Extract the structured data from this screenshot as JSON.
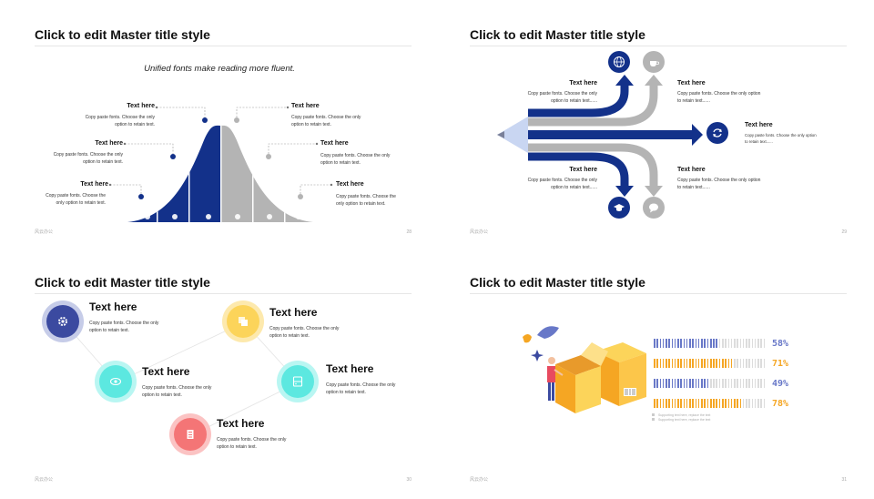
{
  "colors": {
    "navy": "#13318a",
    "gray": "#b4b4b4",
    "purple": "#3b4aa0",
    "yellow": "#fcd45a",
    "cyan": "#5ce8e0",
    "red": "#f47576",
    "orange": "#f5a623",
    "blue_bar": "#6878c8"
  },
  "slides": [
    {
      "title": "Click to edit Master title style",
      "subtitle": "Unified fonts make reading more fluent.",
      "left": [
        {
          "heading": "Text here",
          "body_1": "Copy paste fonts. Choose the only",
          "body_2": "option to retain text."
        },
        {
          "heading": "Text here",
          "body_1": "Copy paste fonts. Choose the only",
          "body_2": "option to retain text."
        },
        {
          "heading": "Text here",
          "body_1": "Copy paste fonts. Choose the",
          "body_2": "only option to retain text."
        }
      ],
      "right": [
        {
          "heading": "Text here",
          "body_1": "Copy paste fonts. Choose the only",
          "body_2": "option to retain text."
        },
        {
          "heading": "Text here",
          "body_1": "Copy paste fonts. Choose the only",
          "body_2": "option to retain text."
        },
        {
          "heading": "Text here",
          "body_1": "Copy paste fonts. Choose the",
          "body_2": "only option to retain text."
        }
      ],
      "footer_left": "风云办公",
      "page": "28"
    },
    {
      "title": "Click to edit Master title style",
      "blocks": [
        {
          "heading": "Text here",
          "body_1": "Copy paste fonts. Choose the only",
          "body_2": "option to retain text......"
        },
        {
          "heading": "Text here",
          "body_1": "Copy paste fonts. Choose the only option",
          "body_2": "to retain text......"
        },
        {
          "heading": "Text here",
          "body_1": "Copy paste fonts. Choose the only option",
          "body_2": "to retain text......"
        },
        {
          "heading": "Text here",
          "body_1": "Copy paste fonts. Choose the only",
          "body_2": "option to retain text......"
        },
        {
          "heading": "Text here",
          "body_1": "Copy paste fonts. Choose the only option",
          "body_2": "to retain text......"
        }
      ],
      "icons": [
        "globe-icon",
        "coffee-icon",
        "refresh-icon",
        "graduation-cap-icon",
        "chat-icon"
      ],
      "footer_left": "风云办公",
      "page": "29"
    },
    {
      "title": "Click to edit Master title style",
      "nodes": [
        {
          "heading": "Text here",
          "body_1": "Copy paste fonts. Choose the only",
          "body_2": "option to retain text.",
          "icon": "gear-icon"
        },
        {
          "heading": "Text here",
          "body_1": "Copy paste fonts. Choose the only",
          "body_2": "option to retain text.",
          "icon": "copy-icon"
        },
        {
          "heading": "Text here",
          "body_1": "Copy paste fonts. Choose the only",
          "body_2": "option to retain text.",
          "icon": "eye-icon"
        },
        {
          "heading": "Text here",
          "body_1": "Copy paste fonts. Choose the only",
          "body_2": "option to retain text.",
          "icon": "server-icon"
        },
        {
          "heading": "Text here",
          "body_1": "Copy paste fonts. Choose the only",
          "body_2": "option to retain text.",
          "icon": "database-icon"
        }
      ],
      "footer_left": "风云办公",
      "page": "30"
    },
    {
      "title": "Click to edit Master title style",
      "bars": [
        {
          "label": "58%",
          "value": 0.58,
          "color": "#6878c8"
        },
        {
          "label": "71%",
          "value": 0.71,
          "color": "#f5a623"
        },
        {
          "label": "49%",
          "value": 0.49,
          "color": "#6878c8"
        },
        {
          "label": "78%",
          "value": 0.78,
          "color": "#f5a623"
        }
      ],
      "legend": [
        "Supporting text here, replace the text",
        "Supporting text here, replace the text"
      ],
      "footer_left": "风云办公",
      "page": "31"
    }
  ]
}
